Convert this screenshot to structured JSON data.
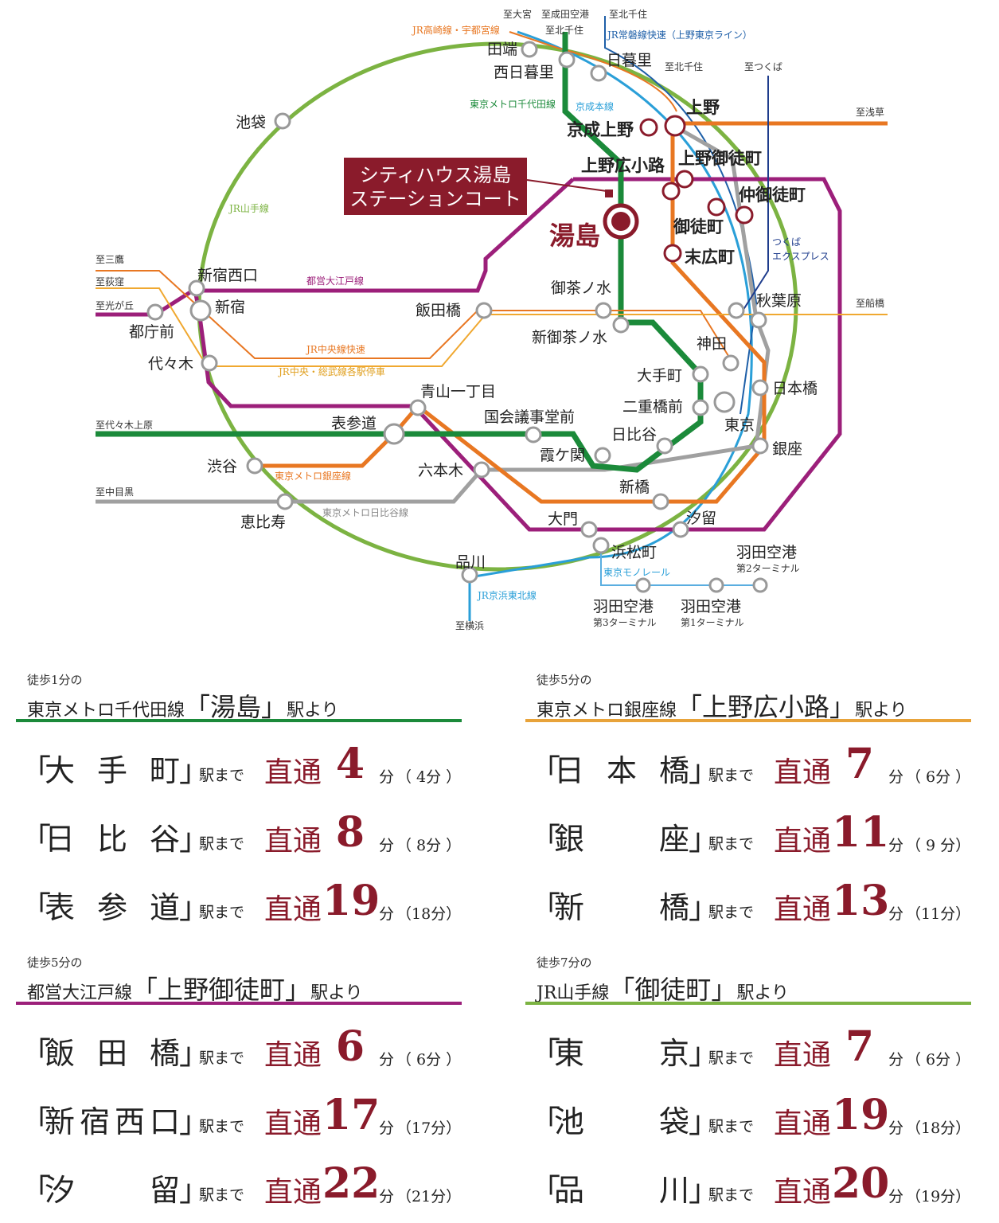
{
  "map": {
    "property_name_line1": "シティハウス湯島",
    "property_name_line2": "ステーションコート",
    "main_station": "湯島",
    "directions": {
      "to_omiya": "至大宮",
      "to_narita": "至成田空港",
      "to_kitasenju_1": "至北千住",
      "to_kitasenju_2": "至北千住",
      "to_kitasenju_3": "至北千住",
      "to_tsukuba": "至つくば",
      "to_asakusa": "至浅草",
      "to_mitaka": "至三鷹",
      "to_ogikubo": "至荻窪",
      "to_hikarigaoka": "至光が丘",
      "to_funabashi": "至船橋",
      "to_yoyogiuehara": "至代々木上原",
      "to_nakameguro": "至中目黒",
      "to_yokohama": "至横浜"
    },
    "line_names": {
      "takasaki": "JR高崎線・宇都宮線",
      "joban": "JR常磐線快速（上野東京ライン）",
      "chiyoda": "東京メトロ千代田線",
      "keisei": "京成本線",
      "yamanote": "JR山手線",
      "oedo": "都営大江戸線",
      "chuo_rapid": "JR中央線快速",
      "chuo_sobu": "JR中央・総武線各駅停車",
      "tsukuba_ex_1": "つくば",
      "tsukuba_ex_2": "エクスプレス",
      "ginza": "東京メトロ銀座線",
      "hibiya": "東京メトロ日比谷線",
      "monorail": "東京モノレール",
      "keihin_tohoku": "JR京浜東北線"
    },
    "stations": {
      "tabata": "田端",
      "nishinippori": "西日暮里",
      "nippori": "日暮里",
      "ueno": "上野",
      "keisei_ueno": "京成上野",
      "ueno_hirokoji": "上野広小路",
      "ueno_okachimachi": "上野御徒町",
      "naka_okachimachi": "仲御徒町",
      "okachimachi": "御徒町",
      "suehirocho": "末広町",
      "ikebukuro": "池袋",
      "shinjuku_nishiguchi": "新宿西口",
      "shinjuku": "新宿",
      "tochomae": "都庁前",
      "yoyogi": "代々木",
      "iidabashi": "飯田橋",
      "ochanomizu": "御茶ノ水",
      "shin_ochanomizu": "新御茶ノ水",
      "akihabara": "秋葉原",
      "kanda": "神田",
      "otemachi": "大手町",
      "nijubashimae": "二重橋前",
      "nihonbashi": "日本橋",
      "tokyo": "東京",
      "aoyama": "青山一丁目",
      "kokkai": "国会議事堂前",
      "omotesando": "表参道",
      "hibiya": "日比谷",
      "kasumigaseki": "霞ケ関",
      "ginza": "銀座",
      "shibuya": "渋谷",
      "roppongi": "六本木",
      "shimbashi": "新橋",
      "ebisu": "恵比寿",
      "daimon": "大門",
      "shiodome": "汐留",
      "hamamatsucho": "浜松町",
      "shinagawa": "品川",
      "haneda_t2_a": "羽田空港",
      "haneda_t2_b": "第2ターミナル",
      "haneda_t3_a": "羽田空港",
      "haneda_t3_b": "第3ターミナル",
      "haneda_t1_a": "羽田空港",
      "haneda_t1_b": "第1ターミナル"
    }
  },
  "colors": {
    "accent": "#8a1b2b",
    "yamanote": "#7cb342",
    "chiyoda": "#1b8a3a",
    "oedo": "#9c1f7a",
    "ginza": "#e87722",
    "hibiya": "#a0a0a0",
    "keihin": "#2a9fd8",
    "joban": "#1e5fa8",
    "chuo": "#f0a830",
    "tsukuba": "#1e3c8c"
  },
  "sections": [
    {
      "walk": "徒歩1分の",
      "line": "東京メトロ千代田線",
      "station": "湯島",
      "suffix": "駅より",
      "rule_color": "#1b8a3a",
      "rows": [
        {
          "chars": [
            "大",
            "手",
            "町"
          ],
          "made": "駅まで",
          "choku": "直通",
          "min": "4",
          "fun": "分",
          "paren": "（ 4分 ）"
        },
        {
          "chars": [
            "日",
            "比",
            "谷"
          ],
          "made": "駅まで",
          "choku": "直通",
          "min": "8",
          "fun": "分",
          "paren": "（ 8分 ）"
        },
        {
          "chars": [
            "表",
            "参",
            "道"
          ],
          "made": "駅まで",
          "choku": "直通",
          "min": "19",
          "fun": "分",
          "paren": "（18分）"
        }
      ]
    },
    {
      "walk": "徒歩5分の",
      "line": "東京メトロ銀座線",
      "station": "上野広小路",
      "suffix": "駅より",
      "rule_color": "#e8a33a",
      "rows": [
        {
          "chars": [
            "日",
            "本",
            "橋"
          ],
          "made": "駅まで",
          "choku": "直通",
          "min": "7",
          "fun": "分",
          "paren": "（ 6分 ）"
        },
        {
          "chars": [
            "銀",
            "座"
          ],
          "made": "駅まで",
          "choku": "直通",
          "min": "11",
          "fun": "分",
          "paren": "（ 9 分）"
        },
        {
          "chars": [
            "新",
            "橋"
          ],
          "made": "駅まで",
          "choku": "直通",
          "min": "13",
          "fun": "分",
          "paren": "（11分）"
        }
      ]
    },
    {
      "walk": "徒歩5分の",
      "line": "都営大江戸線",
      "station": "上野御徒町",
      "suffix": "駅より",
      "rule_color": "#9c1f7a",
      "rows": [
        {
          "chars": [
            "飯",
            "田",
            "橋"
          ],
          "made": "駅まで",
          "choku": "直通",
          "min": "6",
          "fun": "分",
          "paren": "（ 6分 ）"
        },
        {
          "chars": [
            "新",
            "宿",
            "西",
            "口"
          ],
          "made": "駅まで",
          "choku": "直通",
          "min": "17",
          "fun": "分",
          "paren": "（17分）"
        },
        {
          "chars": [
            "汐",
            "留"
          ],
          "made": "駅まで",
          "choku": "直通",
          "min": "22",
          "fun": "分",
          "paren": "（21分）"
        }
      ]
    },
    {
      "walk": "徒歩7分の",
      "line": "JR山手線",
      "station": "御徒町",
      "suffix": "駅より",
      "rule_color": "#7cb342",
      "rows": [
        {
          "chars": [
            "東",
            "京"
          ],
          "made": "駅まで",
          "choku": "直通",
          "min": "7",
          "fun": "分",
          "paren": "（ 6分 ）"
        },
        {
          "chars": [
            "池",
            "袋"
          ],
          "made": "駅まで",
          "choku": "直通",
          "min": "19",
          "fun": "分",
          "paren": "（18分）"
        },
        {
          "chars": [
            "品",
            "川"
          ],
          "made": "駅まで",
          "choku": "直通",
          "min": "20",
          "fun": "分",
          "paren": "（19分）"
        }
      ]
    }
  ]
}
